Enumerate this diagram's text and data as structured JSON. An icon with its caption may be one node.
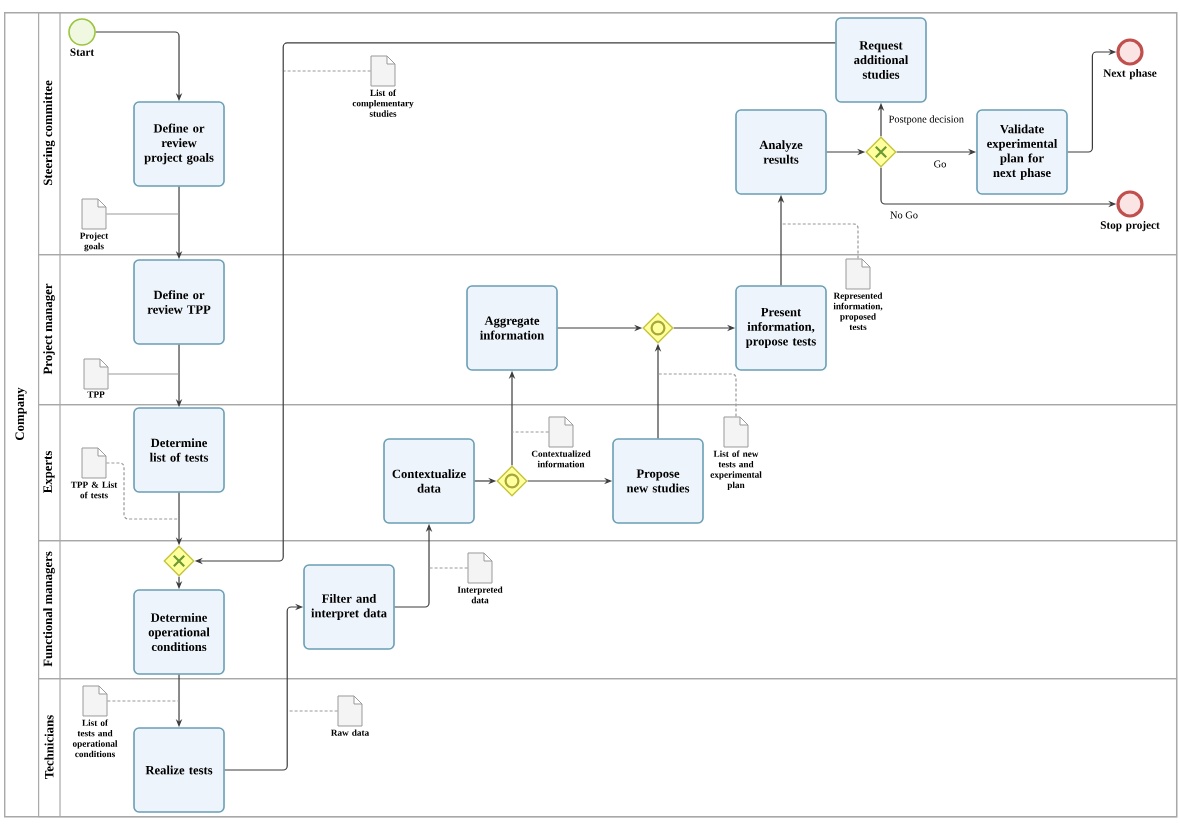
{
  "diagram": {
    "nodes": [
      {
        "text": [
          "Company"
        ]
      },
      {
        "text": [
          "Steering committee"
        ],
        "in": 0
      },
      {
        "text": [
          "Project manager"
        ],
        "in": 0
      },
      {
        "text": [
          "Experts"
        ],
        "in": 0
      },
      {
        "text": [
          "Functional managers"
        ],
        "in": 0
      },
      {
        "text": [
          "Technicians"
        ],
        "in": 0
      },
      {
        "text": [
          "Start"
        ],
        "in": 1
      },
      {
        "text": [
          "Define or review project goals"
        ],
        "in": 1
      },
      {
        "text": [
          "Project goals"
        ],
        "in": 1
      },
      {
        "text": [
          "List of complementary studies"
        ],
        "in": 1
      },
      {
        "text": [
          "Analyze results"
        ],
        "in": 1
      },
      {
        "text": [
          "Request additional studies"
        ],
        "in": 1
      },
      {
        "text": [],
        "shape": "diamond",
        "in": 1
      },
      {
        "text": [
          "Validate experimental plan for next phase"
        ],
        "in": 1
      },
      {
        "text": [
          "Next phase"
        ],
        "in": 1
      },
      {
        "text": [
          "Stop project"
        ],
        "in": 1
      },
      {
        "text": [
          "Define or review TPP"
        ],
        "in": 2
      },
      {
        "text": [
          "TPP"
        ],
        "in": 2
      },
      {
        "text": [
          "Aggregate information"
        ],
        "in": 2
      },
      {
        "text": [],
        "shape": "diamond",
        "in": 2
      },
      {
        "text": [
          "Present information, propose tests"
        ],
        "in": 2
      },
      {
        "text": [
          "Represented information, proposed tests"
        ],
        "in": 2
      },
      {
        "text": [
          "Determine list of tests"
        ],
        "in": 3
      },
      {
        "text": [
          "TPP & List of tests"
        ],
        "in": 3
      },
      {
        "text": [
          "Contextualize data"
        ],
        "in": 3
      },
      {
        "text": [],
        "shape": "diamond",
        "in": 3
      },
      {
        "text": [
          "Contextualized information"
        ],
        "in": 3
      },
      {
        "text": [
          "Propose new studies"
        ],
        "in": 3
      },
      {
        "text": [
          "List of new tests and experimental plan"
        ],
        "in": 3
      },
      {
        "text": [],
        "shape": "diamond",
        "in": 4
      },
      {
        "text": [
          "Determine operational conditions"
        ],
        "in": 4
      },
      {
        "text": [
          "Filter and interpret data"
        ],
        "in": 4
      },
      {
        "text": [
          "Interpreted data"
        ],
        "in": 4
      },
      {
        "text": [
          "Realize tests"
        ],
        "in": 5
      },
      {
        "text": [
          "List of tests and operational conditions"
        ],
        "in": 5
      },
      {
        "text": [
          "Raw data"
        ],
        "in": 5
      }
    ],
    "edges": [
      {
        "from": 6,
        "to": 7,
        "arrow": "to"
      },
      {
        "from": 7,
        "to": 16,
        "arrow": "to"
      },
      {
        "from": 16,
        "to": 22,
        "arrow": "to"
      },
      {
        "from": 22,
        "to": 29,
        "arrow": "to"
      },
      {
        "from": 29,
        "to": 30,
        "arrow": "to"
      },
      {
        "from": 30,
        "to": 33,
        "arrow": "to"
      },
      {
        "from": 33,
        "to": 31,
        "arrow": "to"
      },
      {
        "from": 31,
        "to": 24,
        "arrow": "to"
      },
      {
        "from": 24,
        "to": 25,
        "arrow": "to"
      },
      {
        "from": 25,
        "to": 18,
        "arrow": "to"
      },
      {
        "from": 25,
        "to": 27,
        "arrow": "to"
      },
      {
        "from": 18,
        "to": 19,
        "arrow": "to"
      },
      {
        "from": 27,
        "to": 19,
        "arrow": "to"
      },
      {
        "from": 19,
        "to": 20,
        "arrow": "to"
      },
      {
        "from": 20,
        "to": 10,
        "arrow": "to"
      },
      {
        "from": 10,
        "to": 12,
        "arrow": "to"
      },
      {
        "from": 12,
        "to": 11,
        "arrow": "to",
        "label": "Postpone decision"
      },
      {
        "from": 12,
        "to": 13,
        "arrow": "to",
        "label": "Go"
      },
      {
        "from": 12,
        "to": 15,
        "arrow": "to",
        "label": "No Go"
      },
      {
        "from": 13,
        "to": 14,
        "arrow": "to"
      },
      {
        "from": 11,
        "to": 29,
        "arrow": "to"
      },
      {
        "from": 8,
        "to": null,
        "arrow": "none",
        "color": "#999999"
      },
      {
        "from": 9,
        "to": null,
        "arrow": "none",
        "style": "dashed",
        "color": "#999999"
      },
      {
        "from": 17,
        "to": null,
        "arrow": "none",
        "color": "#999999"
      },
      {
        "from": 21,
        "to": null,
        "arrow": "none",
        "style": "dashed",
        "color": "#999999"
      },
      {
        "from": 23,
        "to": null,
        "arrow": "none",
        "style": "dashed",
        "color": "#999999"
      },
      {
        "from": 26,
        "to": null,
        "arrow": "none",
        "style": "dashed",
        "color": "#999999"
      },
      {
        "from": 28,
        "to": null,
        "arrow": "none",
        "style": "dashed",
        "color": "#999999"
      },
      {
        "from": 32,
        "to": null,
        "arrow": "none",
        "style": "dashed",
        "color": "#999999"
      },
      {
        "from": 34,
        "to": null,
        "arrow": "none",
        "style": "dashed",
        "color": "#999999"
      },
      {
        "from": 35,
        "to": null,
        "arrow": "none",
        "style": "dashed",
        "color": "#999999"
      }
    ]
  }
}
